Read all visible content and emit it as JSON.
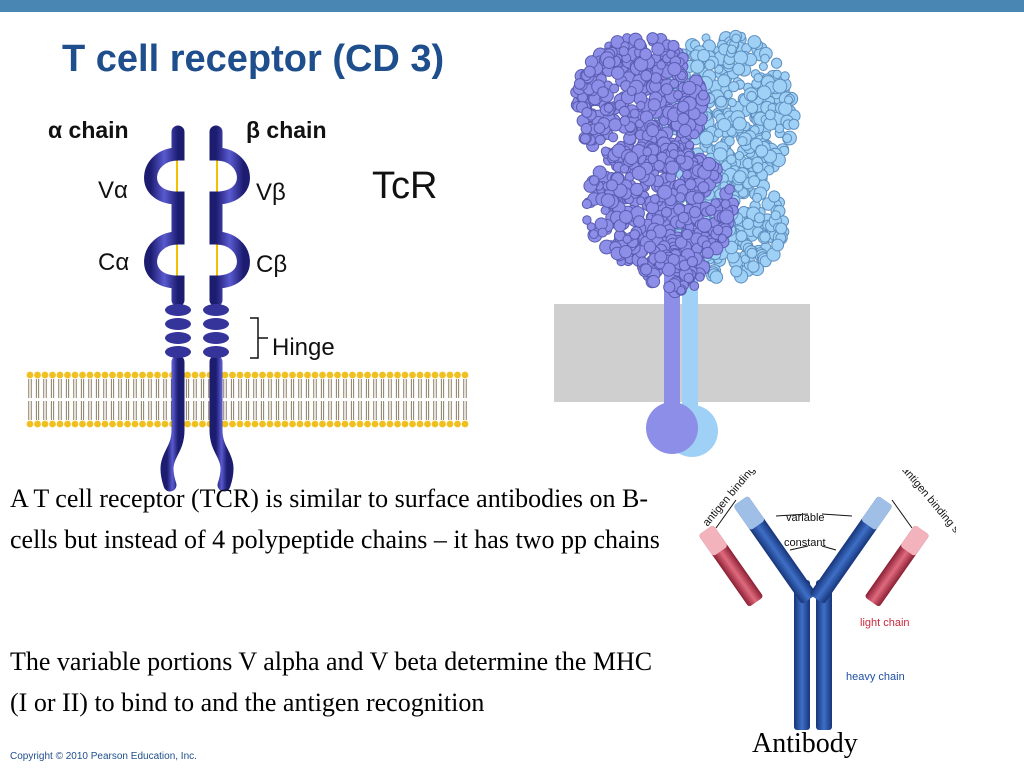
{
  "slide": {
    "title": "T cell receptor (CD 3)",
    "accent_color": "#4a86b4",
    "title_color": "#1f4e8c"
  },
  "tcr_diagram": {
    "alpha_chain_label": "α chain",
    "beta_chain_label": "β chain",
    "v_alpha_label": "Vα",
    "c_alpha_label": "Cα",
    "v_beta_label": "Vβ",
    "c_beta_label": "Cβ",
    "hinge_label": "Hinge",
    "tcr_label": "TcR",
    "chain_color": "#2e2e8f",
    "disulfide_color": "#f2c200",
    "membrane_color": "#f0c020"
  },
  "crystal_structure": {
    "alpha_color": "#8c8ee8",
    "beta_color": "#9fd0f5",
    "membrane_color": "#cfcfcf"
  },
  "antibody_diagram": {
    "antigen_binding_site_left": "antigen binding site",
    "antigen_binding_site_right": "antigen binding site",
    "variable_label": "variable",
    "constant_label": "constant",
    "light_chain_label": "light chain",
    "heavy_chain_label": "heavy chain",
    "heavy_chain_color": "#1f4fa0",
    "light_chain_color": "#d0485e"
  },
  "body": {
    "paragraph1": "A T cell receptor (TCR) is similar to surface antibodies on B-cells but instead of 4 polypeptide chains – it has two pp chains",
    "paragraph2": "The variable portions V alpha and V beta determine the MHC (I or II) to bind to and the antigen recognition"
  },
  "antibody_caption": "Antibody",
  "copyright": "Copyright © 2010 Pearson Education, Inc."
}
